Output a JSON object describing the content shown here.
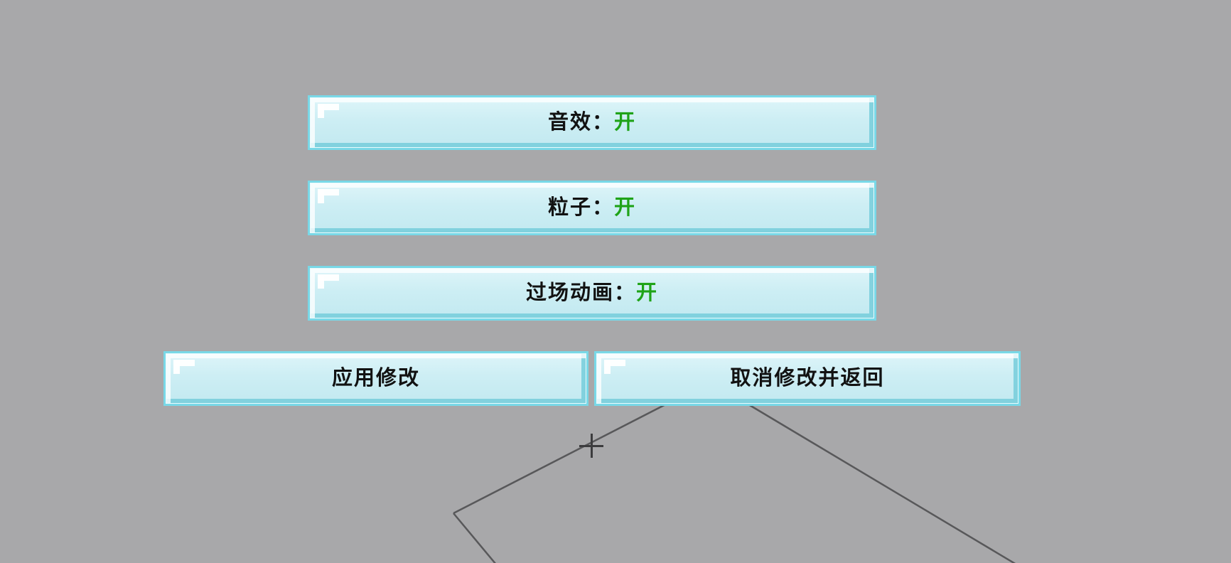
{
  "scene": {
    "background_color": "#a8a8aa",
    "wireframe_color": "#58585a",
    "crosshair_icon": "plus-crosshair"
  },
  "menu": {
    "on_color": "#1fa318",
    "toggles": [
      {
        "label": "音效：",
        "value": "开"
      },
      {
        "label": "粒子：",
        "value": "开"
      },
      {
        "label": "过场动画：",
        "value": "开"
      }
    ],
    "actions": {
      "apply": "应用修改",
      "cancel": "取消修改并返回"
    }
  }
}
